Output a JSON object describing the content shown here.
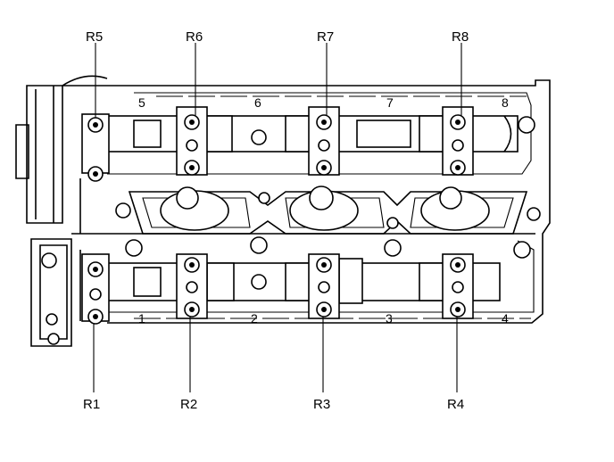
{
  "callouts_top": [
    "R5",
    "R6",
    "R7",
    "R8"
  ],
  "callouts_bottom": [
    "R1",
    "R2",
    "R3",
    "R4"
  ],
  "upper_numbers": [
    "5",
    "6",
    "7",
    "8"
  ],
  "lower_numbers": [
    "1",
    "2",
    "3",
    "4"
  ]
}
